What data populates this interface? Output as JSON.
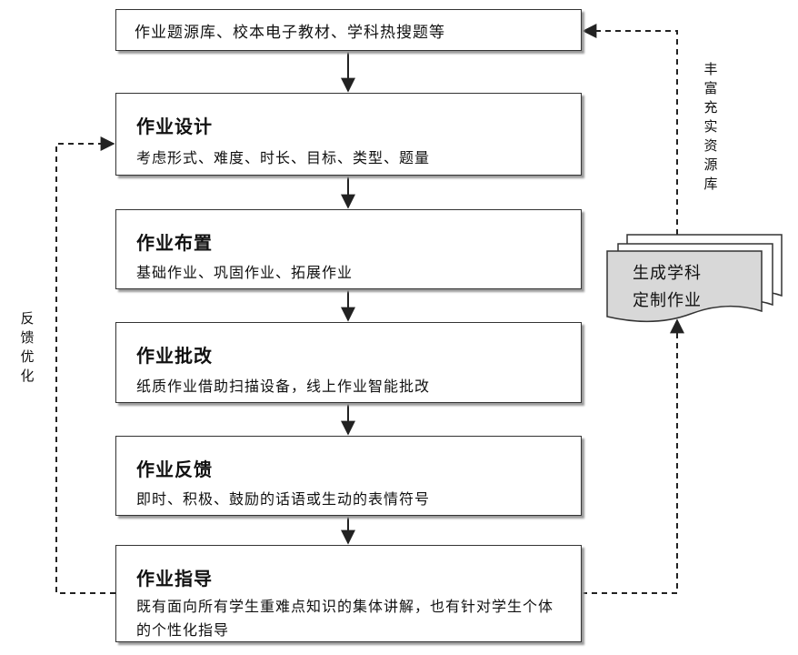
{
  "source": "作业题源库、校本电子教材、学科热搜题等",
  "steps": [
    {
      "title": "作业设计",
      "desc": "考虑形式、难度、时长、目标、类型、题量"
    },
    {
      "title": "作业布置",
      "desc": "基础作业、巩固作业、拓展作业"
    },
    {
      "title": "作业批改",
      "desc": "纸质作业借助扫描设备，线上作业智能批改"
    },
    {
      "title": "作业反馈",
      "desc": "即时、积极、鼓励的话语或生动的表情符号"
    },
    {
      "title": "作业指导",
      "desc": "既有面向所有学生重难点知识的集体讲解，也有针对学生个体的个性化指导"
    }
  ],
  "feedback_label": "反馈优化",
  "resource_label": "丰富充实资源库",
  "output_doc": "生成学科定制作业"
}
